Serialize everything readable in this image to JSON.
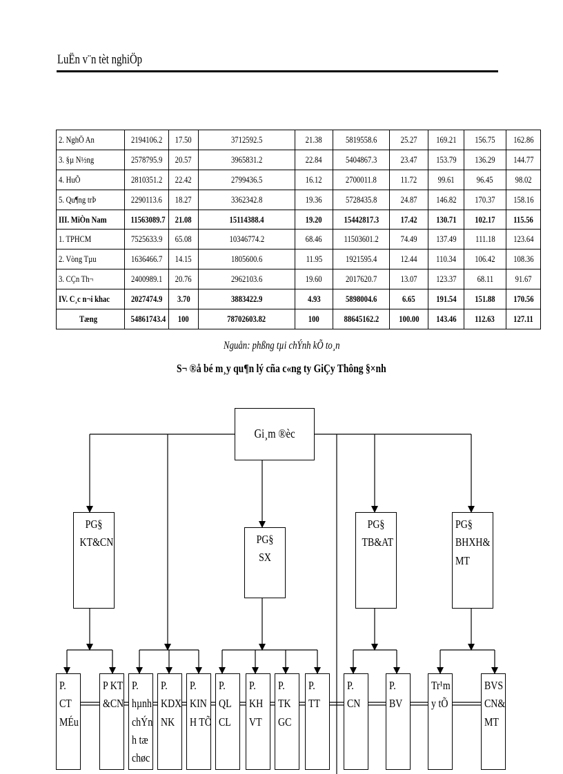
{
  "header": {
    "title": "LuËn v¨n tèt nghiÖp"
  },
  "table": {
    "rows": [
      {
        "label": "2. NghÖ An",
        "bold": false,
        "cells": [
          "2194106.2",
          "17.50",
          "3712592.5",
          "21.38",
          "5819558.6",
          "25.27",
          "169.21",
          "156.75",
          "162.86"
        ]
      },
      {
        "label": "3. §µ N½ng",
        "bold": false,
        "cells": [
          "2578795.9",
          "20.57",
          "3965831.2",
          "22.84",
          "5404867.3",
          "23.47",
          "153.79",
          "136.29",
          "144.77"
        ]
      },
      {
        "label": "4. HuÕ",
        "bold": false,
        "cells": [
          "2810351.2",
          "22.42",
          "2799436.5",
          "16.12",
          "2700011.8",
          "11.72",
          "99.61",
          "96.45",
          "98.02"
        ]
      },
      {
        "label": "5. Qu¶ng trÞ",
        "bold": false,
        "cells": [
          "2290113.6",
          "18.27",
          "3362342.8",
          "19.36",
          "5728435.8",
          "24.87",
          "146.82",
          "170.37",
          "158.16"
        ]
      },
      {
        "label": "III. MiÒn Nam",
        "bold": true,
        "cells": [
          "11563089.7",
          "21.08",
          "15114388.4",
          "19.20",
          "15442817.3",
          "17.42",
          "130.71",
          "102.17",
          "115.56"
        ]
      },
      {
        "label": "1. TPHCM",
        "bold": false,
        "cells": [
          "7525633.9",
          "65.08",
          "10346774.2",
          "68.46",
          "11503601.2",
          "74.49",
          "137.49",
          "111.18",
          "123.64"
        ]
      },
      {
        "label": "2. Vòng Tµu",
        "bold": false,
        "cells": [
          "1636466.7",
          "14.15",
          "1805600.6",
          "11.95",
          "1921595.4",
          "12.44",
          "110.34",
          "106.42",
          "108.36"
        ]
      },
      {
        "label": "3. CÇn Th¬",
        "bold": false,
        "cells": [
          "2400989.1",
          "20.76",
          "2962103.6",
          "19.60",
          "2017620.7",
          "13.07",
          "123.37",
          "68.11",
          "91.67"
        ]
      },
      {
        "label": "IV. C¸c n¬i khac",
        "bold": true,
        "cells": [
          "2027474.9",
          "3.70",
          "3883422.9",
          "4.93",
          "5898004.6",
          "6.65",
          "191.54",
          "151.88",
          "170.56"
        ]
      },
      {
        "label": "Tæng",
        "bold": true,
        "total": true,
        "cells": [
          "54861743.4",
          "100",
          "78702603.82",
          "100",
          "88645162.2",
          "100.00",
          "143.46",
          "112.63",
          "127.11"
        ]
      }
    ]
  },
  "source": "Nguån: phßng tµi chÝnh kÕ to¸n",
  "chart_title": "S¬ ®å bé m¸y qu¶n lý cña c«ng ty GiÇy Thông §×nh",
  "org": {
    "director": "Gi¸m ®èc",
    "deputies": [
      {
        "key": "kt",
        "lines": [
          "PG§",
          "KT&CN"
        ]
      },
      {
        "key": "sx",
        "lines": [
          "PG§",
          "SX"
        ]
      },
      {
        "key": "tb",
        "lines": [
          "PG§",
          "TB&AT"
        ]
      },
      {
        "key": "bh",
        "lines": [
          "PG§",
          "BHXH&",
          "MT"
        ]
      }
    ],
    "departments": [
      {
        "key": "ct-mau",
        "lines": [
          "P.",
          "CT",
          "MÉu"
        ]
      },
      {
        "key": "kt-cn",
        "lines": [
          "P KT",
          "&CN"
        ]
      },
      {
        "key": "hanh-chinh",
        "lines": [
          "P.",
          "hµnh",
          "chÝn",
          "h tæ",
          "chøc"
        ]
      },
      {
        "key": "kdx-nk",
        "lines": [
          "P.",
          "KDX",
          "NK"
        ]
      },
      {
        "key": "kinh-te",
        "lines": [
          "P.",
          "KIN",
          "H TÕ"
        ]
      },
      {
        "key": "ql-cl",
        "lines": [
          "P.",
          "QL",
          "CL"
        ]
      },
      {
        "key": "kh-vt",
        "lines": [
          "P.",
          "KH",
          "VT"
        ]
      },
      {
        "key": "tk-gc",
        "lines": [
          "P.",
          "TK",
          "GC"
        ]
      },
      {
        "key": "tt",
        "lines": [
          "P.",
          "TT"
        ]
      },
      {
        "key": "cn",
        "lines": [
          "P.",
          "CN"
        ]
      },
      {
        "key": "bv",
        "lines": [
          "P.",
          "BV"
        ]
      },
      {
        "key": "tram-yte",
        "lines": [
          "Tr¹m",
          "y tÕ"
        ]
      },
      {
        "key": "bvs",
        "lines": [
          "BVS",
          "CN&",
          "MT"
        ]
      }
    ]
  }
}
